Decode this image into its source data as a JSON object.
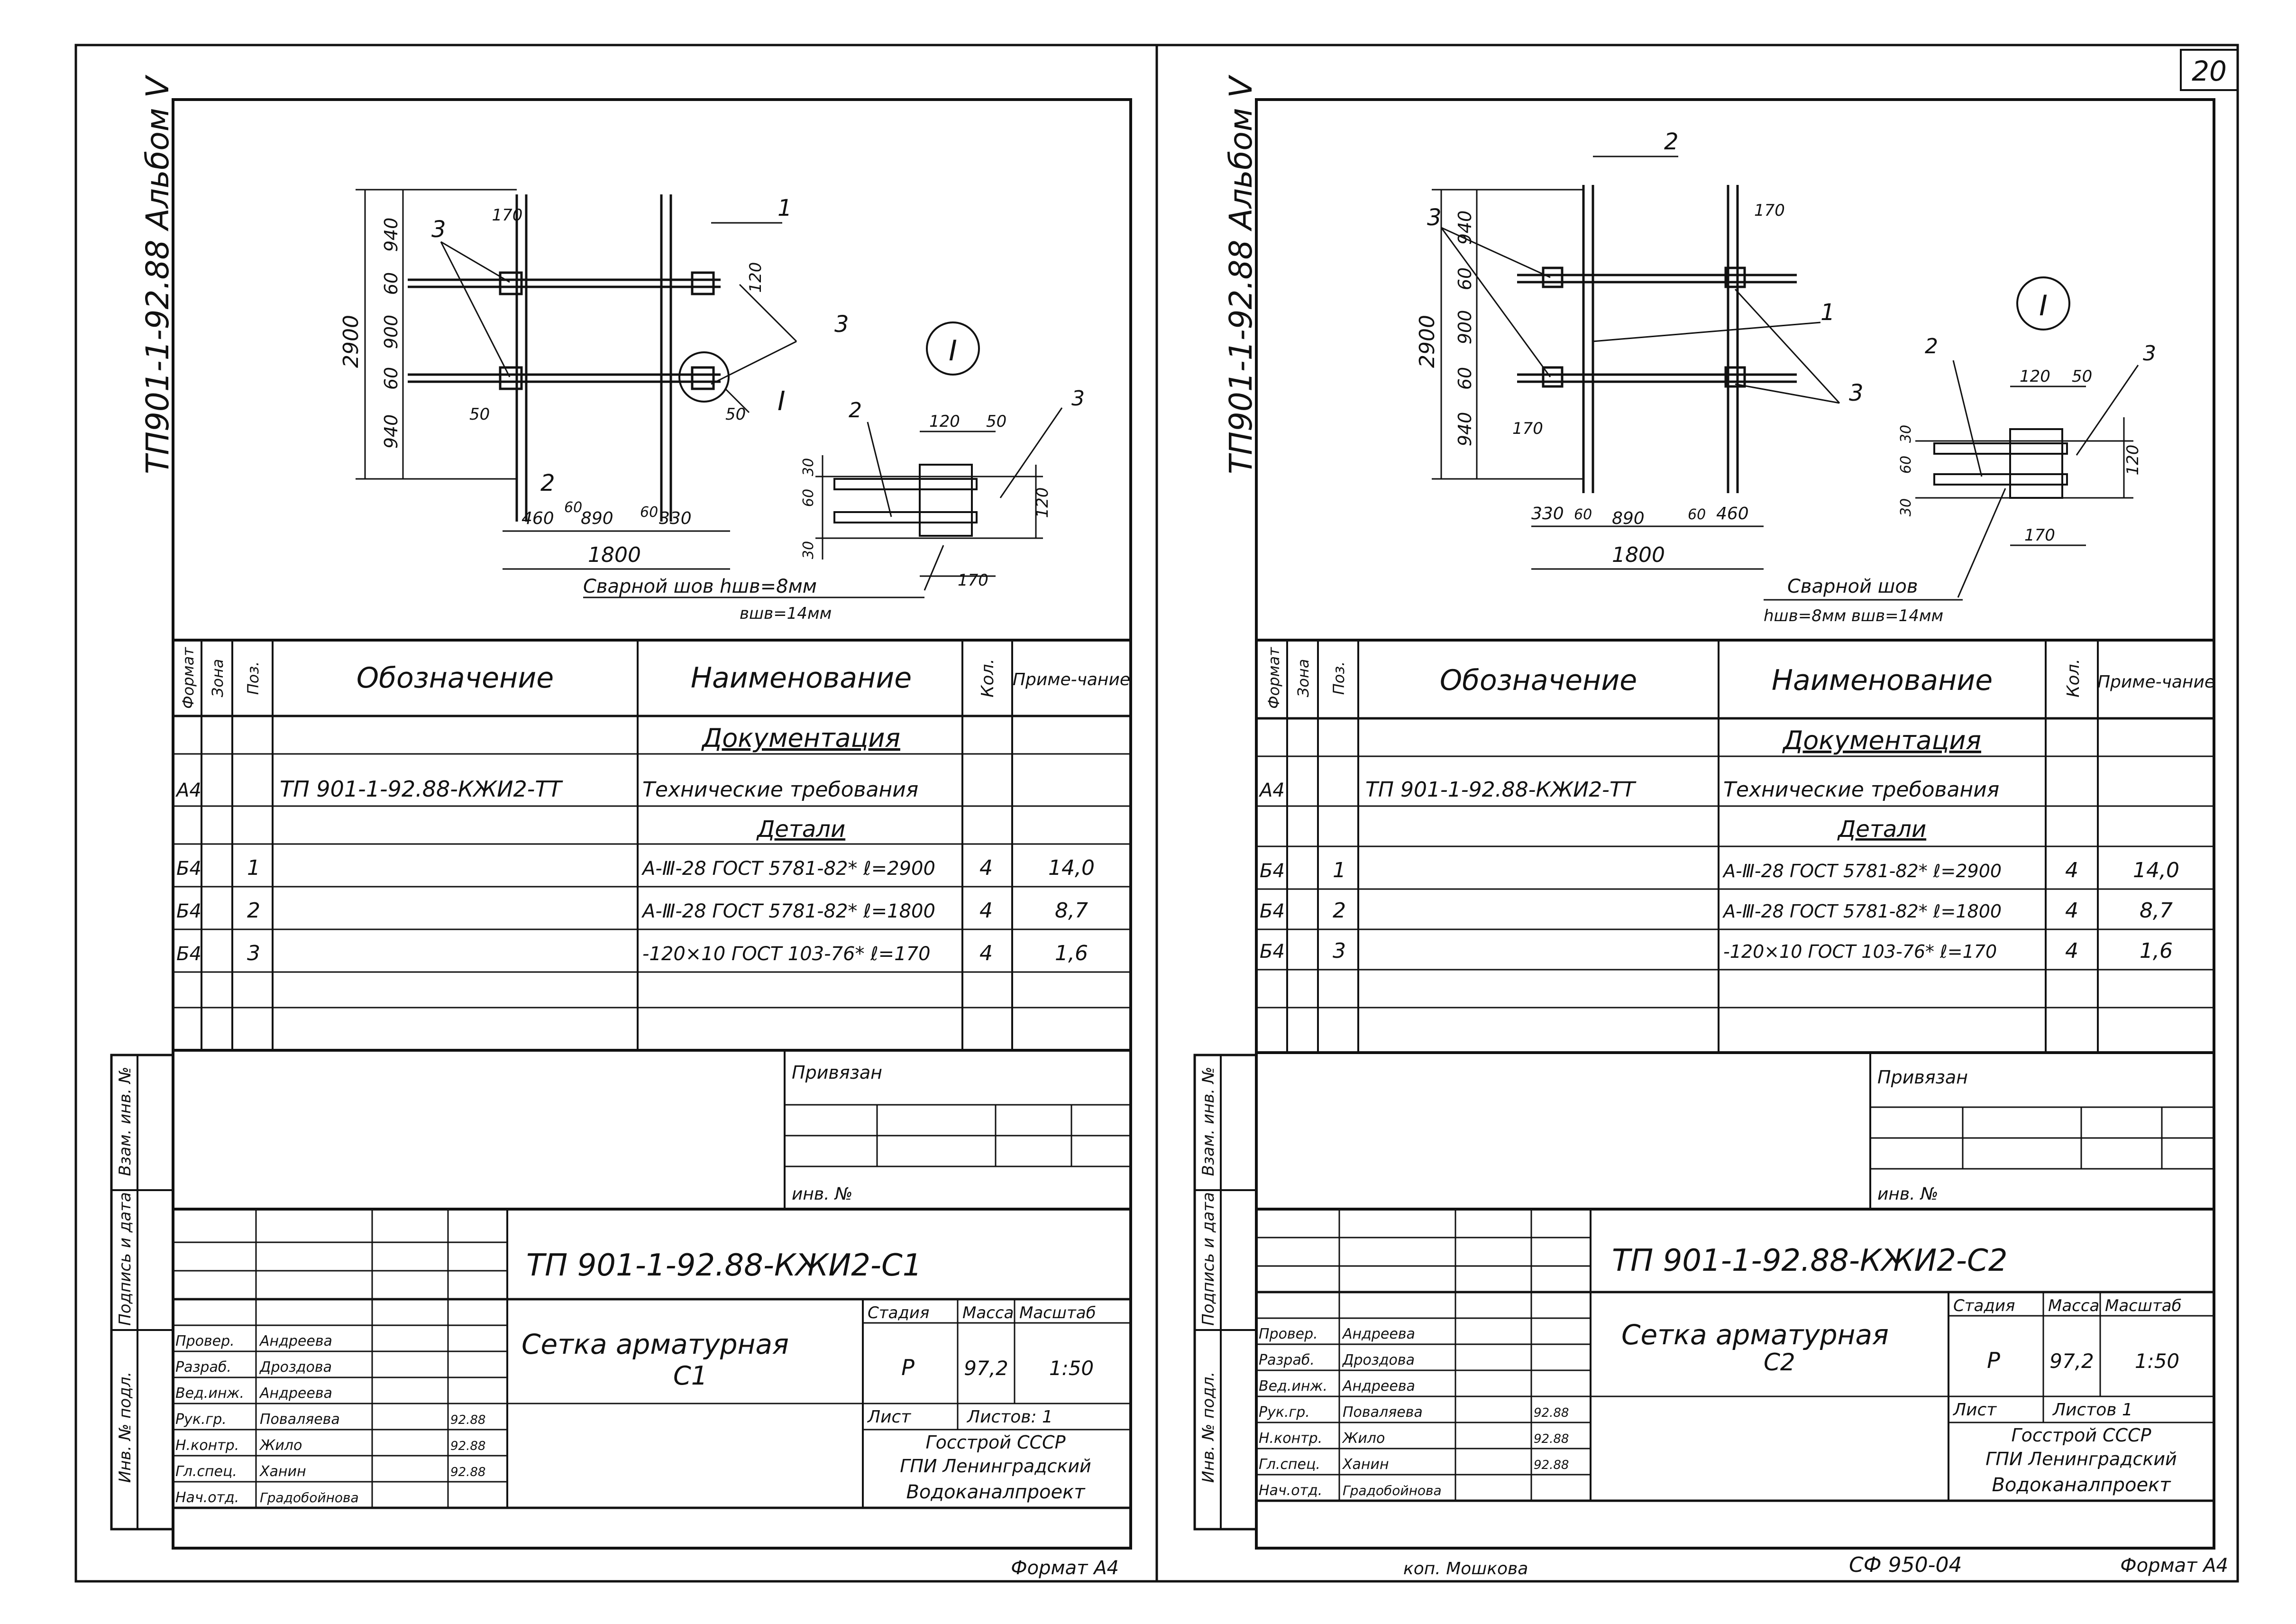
{
  "page_number": "20",
  "left_sheet": {
    "album_label": "ТП901-1-92.88 Альбом V",
    "drawing": {
      "dims": [
        "2900",
        "940",
        "60",
        "900",
        "60",
        "940",
        "170",
        "120",
        "50",
        "50",
        "460",
        "60",
        "890",
        "60",
        "330",
        "1800",
        "120",
        "50",
        "120",
        "60",
        "30",
        "30",
        "170"
      ],
      "pos_labels": [
        "1",
        "2",
        "3",
        "3",
        "2",
        "3"
      ],
      "node_label": "I",
      "circle_label": "I",
      "weld_text": "Сварной шов hшв=8мм",
      "weld_text2": "вшв=14мм"
    },
    "table": {
      "headers": {
        "format": "Формат",
        "zone": "Зона",
        "pos": "Поз.",
        "designation": "Обозначение",
        "name": "Наименование",
        "qty": "Кол.",
        "note": "Приме-чание"
      },
      "section_docs": "Документация",
      "section_parts": "Детали",
      "rows": [
        {
          "format": "А4",
          "pos": "",
          "designation": "ТП 901-1-92.88-КЖИ2-ТТ",
          "name": "Технические требования",
          "qty": "",
          "note": ""
        },
        {
          "format": "Б4",
          "pos": "1",
          "designation": "",
          "name": "А-Ⅲ-28 ГОСТ 5781-82* ℓ=2900",
          "qty": "4",
          "note": "14,0"
        },
        {
          "format": "Б4",
          "pos": "2",
          "designation": "",
          "name": "А-Ⅲ-28 ГОСТ 5781-82* ℓ=1800",
          "qty": "4",
          "note": "8,7"
        },
        {
          "format": "Б4",
          "pos": "3",
          "designation": "",
          "name": "-120×10 ГОСТ 103-76* ℓ=170",
          "qty": "4",
          "note": "1,6"
        }
      ]
    },
    "side_labels": [
      "Инв. № подл.",
      "Подпись и дата",
      "Взам. инв. №"
    ],
    "privyazan": "Привязан",
    "inv_no": "инв. №",
    "stamp": {
      "code": "ТП 901-1-92.88-КЖИ2-С1",
      "title": "Сетка арматурная",
      "title2": "С1",
      "stage_h": "Стадия",
      "mass_h": "Масса",
      "scale_h": "Масштаб",
      "stage": "Р",
      "mass": "97,2",
      "scale": "1:50",
      "sheet": "Лист",
      "sheets": "Листов: 1",
      "org1": "Госстрой СССР",
      "org2": "ГПИ Ленинградский",
      "org3": "Водоканалпроект",
      "people": [
        {
          "role": "Провер.",
          "name": "Андреева",
          "date": ""
        },
        {
          "role": "Разраб.",
          "name": "Дроздова",
          "date": ""
        },
        {
          "role": "Вед.инж.",
          "name": "Андреева",
          "date": ""
        },
        {
          "role": "Рук.гр.",
          "name": "Поваляева",
          "date": "92.88"
        },
        {
          "role": "Н.контр.",
          "name": "Жило",
          "date": "92.88"
        },
        {
          "role": "Гл.спец.",
          "name": "Ханин",
          "date": "92.88"
        },
        {
          "role": "Нач.отд.",
          "name": "Градобойнова",
          "date": ""
        }
      ]
    },
    "format": "Формат А4"
  },
  "right_sheet": {
    "album_label": "ТП901-1-92.88 Альбом V",
    "drawing": {
      "pos_labels": [
        "2",
        "3",
        "1",
        "3",
        "2",
        "3"
      ],
      "circle_label": "I",
      "weld_text": "Сварной шов",
      "weld_text2": "hшв=8мм вшв=14мм"
    },
    "table": {
      "rows": [
        {
          "format": "А4",
          "pos": "",
          "designation": "ТП 901-1-92.88-КЖИ2-ТТ",
          "name": "Технические требования",
          "qty": "",
          "note": ""
        },
        {
          "format": "Б4",
          "pos": "1",
          "designation": "",
          "name": "А-Ⅲ-28 ГОСТ 5781-82* ℓ=2900",
          "qty": "4",
          "note": "14,0"
        },
        {
          "format": "Б4",
          "pos": "2",
          "designation": "",
          "name": "А-Ⅲ-28 ГОСТ 5781-82* ℓ=1800",
          "qty": "4",
          "note": "8,7"
        },
        {
          "format": "Б4",
          "pos": "3",
          "designation": "",
          "name": "-120×10 ГОСТ 103-76* ℓ=170",
          "qty": "4",
          "note": "1,6"
        }
      ]
    },
    "privyazan": "Привязан",
    "inv_no": "инв. №",
    "stamp": {
      "code": "ТП 901-1-92.88-КЖИ2-С2",
      "title": "Сетка арматурная",
      "title2": "С2",
      "stage": "Р",
      "mass": "97,2",
      "scale": "1:50",
      "sheets": "Листов 1",
      "people": [
        {
          "role": "Провер.",
          "name": "Андреева",
          "date": ""
        },
        {
          "role": "Разраб.",
          "name": "Дроздова",
          "date": ""
        },
        {
          "role": "Вед.инж.",
          "name": "Андреева",
          "date": ""
        },
        {
          "role": "Рук.гр.",
          "name": "Поваляева",
          "date": "92.88"
        },
        {
          "role": "Н.контр.",
          "name": "Жило",
          "date": "92.88"
        },
        {
          "role": "Гл.спец.",
          "name": "Ханин",
          "date": "92.88"
        },
        {
          "role": "Нач.отд.",
          "name": "Градобойнова",
          "date": ""
        }
      ]
    },
    "copied_by": "коп. Мошкова",
    "sheet_code": "СФ 950-04",
    "format": "Формат А4"
  }
}
